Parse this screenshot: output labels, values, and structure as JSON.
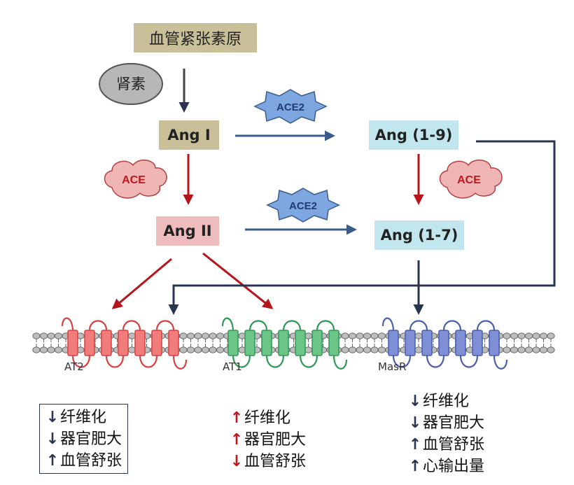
{
  "nodes": {
    "angiotensinogen": "血管紧张素原",
    "renin": "肾素",
    "ang_i": "Ang I",
    "ang_ii": "Ang II",
    "ang_1_9": "Ang (1-9)",
    "ang_1_7": "Ang (1-7)"
  },
  "enzymes": {
    "ace2_top": "ACE2",
    "ace2_bottom": "ACE2",
    "ace_left": "ACE",
    "ace_right": "ACE"
  },
  "receptors": {
    "at2": "AT2",
    "at1": "AT1",
    "masr": "MasR"
  },
  "colors": {
    "tan": "#c9c09a",
    "pink": "#eebcbc",
    "cyan": "#c1e6ee",
    "red_arrow": "#b5141b",
    "navy_arrow": "#2a3350",
    "blue_arrow": "#3a5b8c",
    "at2_receptor": "#f07c7c",
    "at1_receptor": "#6cc487",
    "masr_receptor": "#7f8fd6"
  },
  "effects": {
    "at2": [
      {
        "arrow": "↓",
        "text": "纤维化"
      },
      {
        "arrow": "↓",
        "text": "器官肥大"
      },
      {
        "arrow": "↑",
        "text": "血管舒张"
      }
    ],
    "at1": [
      {
        "arrow": "↑",
        "text": "纤维化"
      },
      {
        "arrow": "↑",
        "text": "器官肥大"
      },
      {
        "arrow": "↓",
        "text": "血管舒张"
      }
    ],
    "masr": [
      {
        "arrow": "↓",
        "text": "纤维化"
      },
      {
        "arrow": "↓",
        "text": "器官肥大"
      },
      {
        "arrow": "↑",
        "text": "血管舒张"
      },
      {
        "arrow": "↑",
        "text": "心输出量"
      }
    ]
  }
}
